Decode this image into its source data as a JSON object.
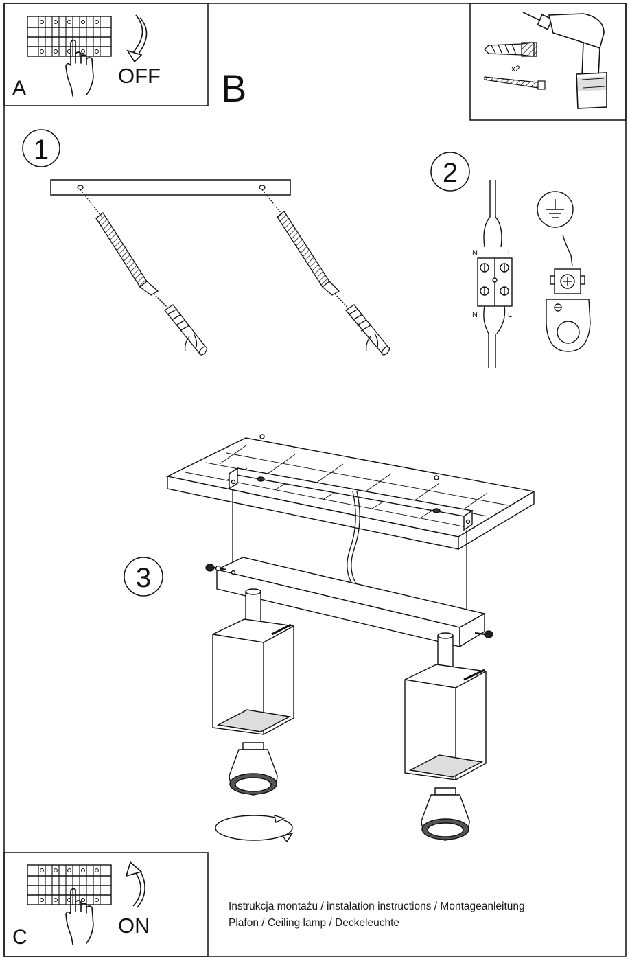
{
  "panels": {
    "a": {
      "letter": "A",
      "label": "OFF"
    },
    "b": {
      "letter": "B",
      "count_label": "x2"
    },
    "c": {
      "letter": "C",
      "label": "ON"
    }
  },
  "steps": {
    "one": "1",
    "two": "2",
    "three": "3"
  },
  "wiring": {
    "n_top": "N",
    "l_top": "L",
    "n_bottom": "N",
    "l_bottom": "L"
  },
  "captions": {
    "line1": "Instrukcja montażu / instalation instructions / Montageanleitung",
    "line2": "Plafon / Ceiling lamp / Deckeleuchte"
  }
}
